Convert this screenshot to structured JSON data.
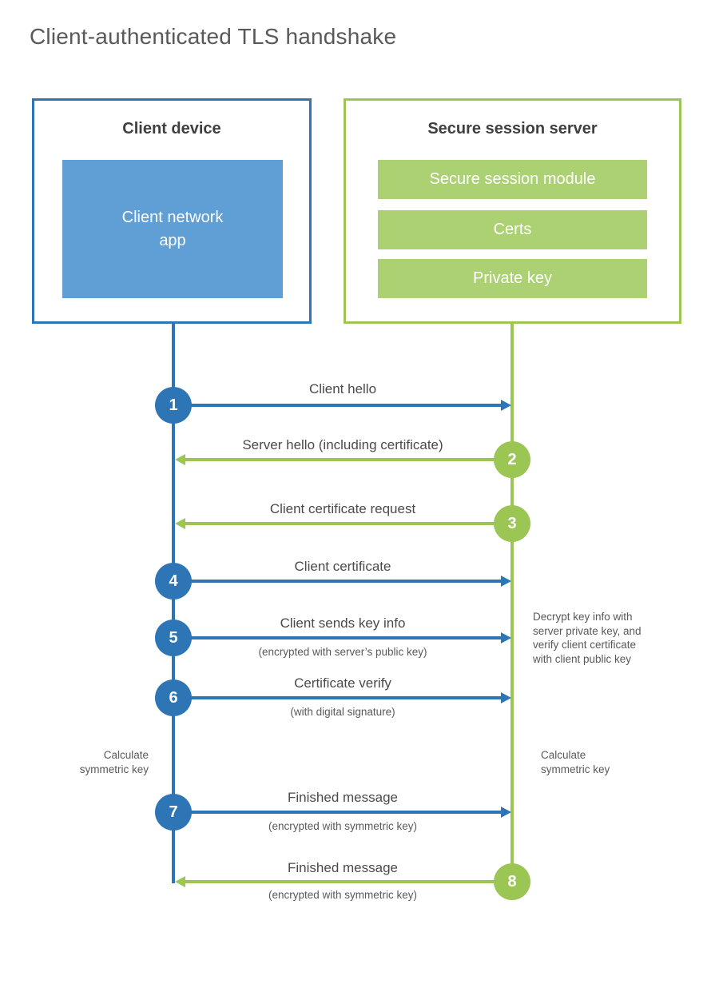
{
  "page": {
    "title": "Client-authenticated TLS handshake"
  },
  "colors": {
    "blue_accent": "#2e75b6",
    "blue_fill": "#5f9fd6",
    "green_accent": "#9cc653",
    "green_fill": "#acd172",
    "heading_text": "#3f3f3f",
    "label_text": "#4a4a4a",
    "note_text": "#595959"
  },
  "client_box": {
    "title": "Client device",
    "app_label": "Client network\napp"
  },
  "server_box": {
    "title": "Secure session server",
    "modules": [
      "Secure session module",
      "Certs",
      "Private key"
    ]
  },
  "messages": [
    {
      "number": "1",
      "label": "Client hello",
      "direction": "client-to-server",
      "color": "blue"
    },
    {
      "number": "2",
      "label": "Server hello (including certificate)",
      "direction": "server-to-client",
      "color": "green"
    },
    {
      "number": "3",
      "label": "Client certificate request",
      "direction": "server-to-client",
      "color": "green"
    },
    {
      "number": "4",
      "label": "Client certificate",
      "direction": "client-to-server",
      "color": "blue"
    },
    {
      "number": "5",
      "label": "Client sends key info",
      "sublabel": "(encrypted with server’s public key)",
      "direction": "client-to-server",
      "color": "blue"
    },
    {
      "number": "6",
      "label": "Certificate verify",
      "sublabel": "(with digital signature)",
      "direction": "client-to-server",
      "color": "blue"
    },
    {
      "number": "7",
      "label": "Finished message",
      "sublabel": "(encrypted with symmetric key)",
      "direction": "client-to-server",
      "color": "blue"
    },
    {
      "number": "8",
      "label": "Finished message",
      "sublabel": "(encrypted with symmetric key)",
      "direction": "server-to-client",
      "color": "green"
    }
  ],
  "annotations": {
    "decrypt_note": "Decrypt key info with\nserver private key, and\nverify client certificate\nwith client public key",
    "calc_left": "Calculate\nsymmetric key",
    "calc_right": "Calculate\nsymmetric key"
  }
}
